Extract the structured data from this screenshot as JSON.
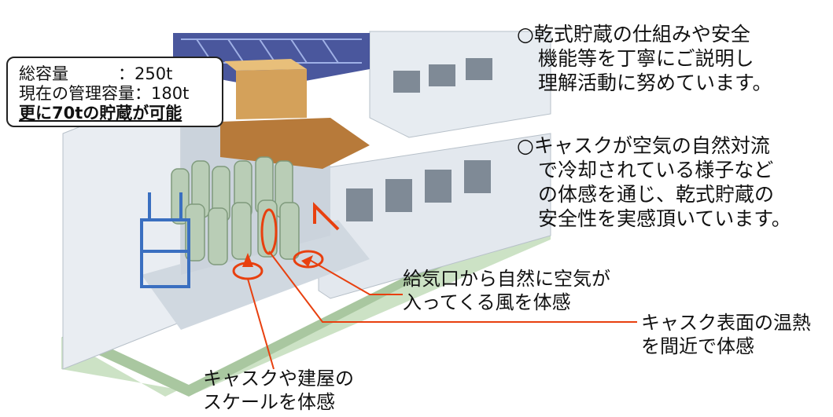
{
  "capacity_box": {
    "line1": "総容量　　　：250t",
    "line2": "現在の管理容量：180t",
    "line3": "更に70tの貯蔵が可能"
  },
  "notes": [
    {
      "line1": "○乾式貯蔵の仕組みや安全",
      "line2": "機能等を丁寧にご説明し",
      "line3": "理解活動に努めています。"
    },
    {
      "line1": "○キャスクが空気の自然対流",
      "line2": "で冷却されている様子など",
      "line3": "の体感を通じ、乾式貯蔵の",
      "line4": "安全性を実感頂いています。"
    }
  ],
  "annotations": {
    "air_intake": {
      "line1": "給気口から自然に空気が",
      "line2": "入ってくる風を体感"
    },
    "cask_heat": {
      "line1": "キャスク表面の温熱",
      "line2": "を間近で体感"
    },
    "scale": {
      "line1": "キャスクや建屋の",
      "line2": "スケールを体感"
    }
  },
  "colors": {
    "highlight_ring": "#e8400f",
    "callout_line": "#e8400f",
    "cask": "#b9cdb6",
    "building_wall": "#dde3ea",
    "roof_truss": "#2a3a8c",
    "floor_grass": "#c7dfbf",
    "crane": "#3a6fc0"
  }
}
